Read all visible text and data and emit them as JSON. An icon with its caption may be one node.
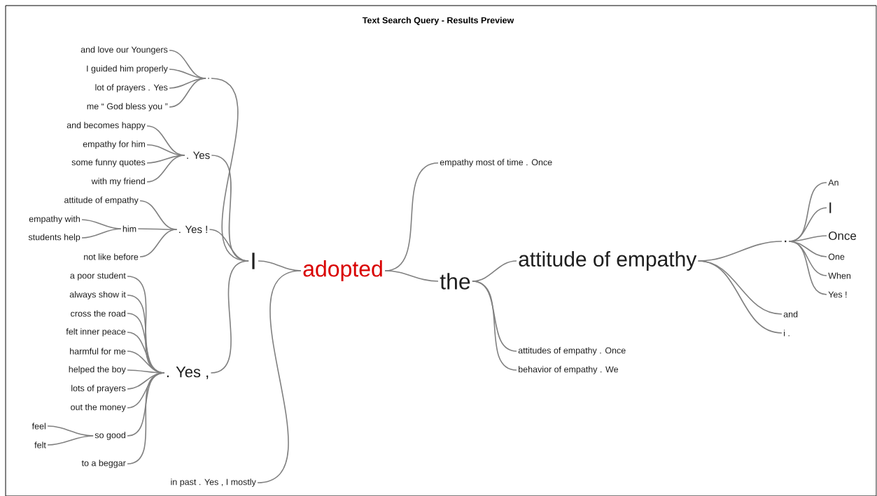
{
  "diagram": {
    "title": "Text Search Query - Results Preview",
    "nodes": [
      {
        "text": [
          "adopted"
        ]
      },
      {
        "text": [
          "I"
        ]
      },
      {
        "text": [
          "."
        ]
      },
      {
        "text": [
          "and love our Youngers"
        ]
      },
      {
        "text": [
          "I guided him properly"
        ]
      },
      {
        "text": [
          "lot of prayers . Yes"
        ]
      },
      {
        "text": [
          "me “ God bless you ”"
        ]
      },
      {
        "text": [
          ". Yes"
        ]
      },
      {
        "text": [
          "and becomes happy"
        ]
      },
      {
        "text": [
          "empathy for him"
        ]
      },
      {
        "text": [
          "some funny quotes"
        ]
      },
      {
        "text": [
          "with my friend"
        ]
      },
      {
        "text": [
          ". Yes !"
        ]
      },
      {
        "text": [
          "attitude of empathy"
        ]
      },
      {
        "text": [
          "him"
        ]
      },
      {
        "text": [
          "empathy with"
        ]
      },
      {
        "text": [
          "students help"
        ]
      },
      {
        "text": [
          "not like before"
        ]
      },
      {
        "text": [
          ". Yes ,"
        ]
      },
      {
        "text": [
          "a poor student"
        ]
      },
      {
        "text": [
          "always show it"
        ]
      },
      {
        "text": [
          "cross the road"
        ]
      },
      {
        "text": [
          "felt inner peace"
        ]
      },
      {
        "text": [
          "harmful for me"
        ]
      },
      {
        "text": [
          "helped the boy"
        ]
      },
      {
        "text": [
          "lots of prayers"
        ]
      },
      {
        "text": [
          "out the money"
        ]
      },
      {
        "text": [
          "so good"
        ]
      },
      {
        "text": [
          "feel"
        ]
      },
      {
        "text": [
          "felt"
        ]
      },
      {
        "text": [
          "to a beggar"
        ]
      },
      {
        "text": [
          "in past . Yes , I mostly"
        ]
      },
      {
        "text": [
          "empathy most of time . Once"
        ]
      },
      {
        "text": [
          "the"
        ]
      },
      {
        "text": [
          "attitude of empathy"
        ]
      },
      {
        "text": [
          "."
        ]
      },
      {
        "text": [
          "An"
        ]
      },
      {
        "text": [
          "I"
        ]
      },
      {
        "text": [
          "Once"
        ]
      },
      {
        "text": [
          "One"
        ]
      },
      {
        "text": [
          "When"
        ]
      },
      {
        "text": [
          "Yes !"
        ]
      },
      {
        "text": [
          "and"
        ]
      },
      {
        "text": [
          "i ."
        ]
      },
      {
        "text": [
          "attitudes of empathy . Once"
        ]
      },
      {
        "text": [
          "behavior of empathy . We"
        ]
      }
    ],
    "edges": [
      {
        "from": 0,
        "to": 1,
        "arrow": "none"
      },
      {
        "from": 0,
        "to": 31,
        "arrow": "none"
      },
      {
        "from": 0,
        "to": 32,
        "arrow": "none"
      },
      {
        "from": 0,
        "to": 33,
        "arrow": "none"
      },
      {
        "from": 1,
        "to": 2,
        "arrow": "none"
      },
      {
        "from": 1,
        "to": 7,
        "arrow": "none"
      },
      {
        "from": 1,
        "to": 12,
        "arrow": "none"
      },
      {
        "from": 1,
        "to": 18,
        "arrow": "none"
      },
      {
        "from": 2,
        "to": 3,
        "arrow": "none"
      },
      {
        "from": 2,
        "to": 4,
        "arrow": "none"
      },
      {
        "from": 2,
        "to": 5,
        "arrow": "none"
      },
      {
        "from": 2,
        "to": 6,
        "arrow": "none"
      },
      {
        "from": 7,
        "to": 8,
        "arrow": "none"
      },
      {
        "from": 7,
        "to": 9,
        "arrow": "none"
      },
      {
        "from": 7,
        "to": 10,
        "arrow": "none"
      },
      {
        "from": 7,
        "to": 11,
        "arrow": "none"
      },
      {
        "from": 12,
        "to": 13,
        "arrow": "none"
      },
      {
        "from": 12,
        "to": 14,
        "arrow": "none"
      },
      {
        "from": 12,
        "to": 17,
        "arrow": "none"
      },
      {
        "from": 14,
        "to": 15,
        "arrow": "none"
      },
      {
        "from": 14,
        "to": 16,
        "arrow": "none"
      },
      {
        "from": 18,
        "to": 19,
        "arrow": "none"
      },
      {
        "from": 18,
        "to": 20,
        "arrow": "none"
      },
      {
        "from": 18,
        "to": 21,
        "arrow": "none"
      },
      {
        "from": 18,
        "to": 22,
        "arrow": "none"
      },
      {
        "from": 18,
        "to": 23,
        "arrow": "none"
      },
      {
        "from": 18,
        "to": 24,
        "arrow": "none"
      },
      {
        "from": 18,
        "to": 25,
        "arrow": "none"
      },
      {
        "from": 18,
        "to": 26,
        "arrow": "none"
      },
      {
        "from": 18,
        "to": 27,
        "arrow": "none"
      },
      {
        "from": 18,
        "to": 30,
        "arrow": "none"
      },
      {
        "from": 27,
        "to": 28,
        "arrow": "none"
      },
      {
        "from": 27,
        "to": 29,
        "arrow": "none"
      },
      {
        "from": 33,
        "to": 34,
        "arrow": "none"
      },
      {
        "from": 33,
        "to": 44,
        "arrow": "none"
      },
      {
        "from": 33,
        "to": 45,
        "arrow": "none"
      },
      {
        "from": 34,
        "to": 35,
        "arrow": "none"
      },
      {
        "from": 34,
        "to": 42,
        "arrow": "none"
      },
      {
        "from": 34,
        "to": 43,
        "arrow": "none"
      },
      {
        "from": 35,
        "to": 36,
        "arrow": "none"
      },
      {
        "from": 35,
        "to": 37,
        "arrow": "none"
      },
      {
        "from": 35,
        "to": 38,
        "arrow": "none"
      },
      {
        "from": 35,
        "to": 39,
        "arrow": "none"
      },
      {
        "from": 35,
        "to": 40,
        "arrow": "none"
      },
      {
        "from": 35,
        "to": 41,
        "arrow": "none"
      }
    ]
  }
}
